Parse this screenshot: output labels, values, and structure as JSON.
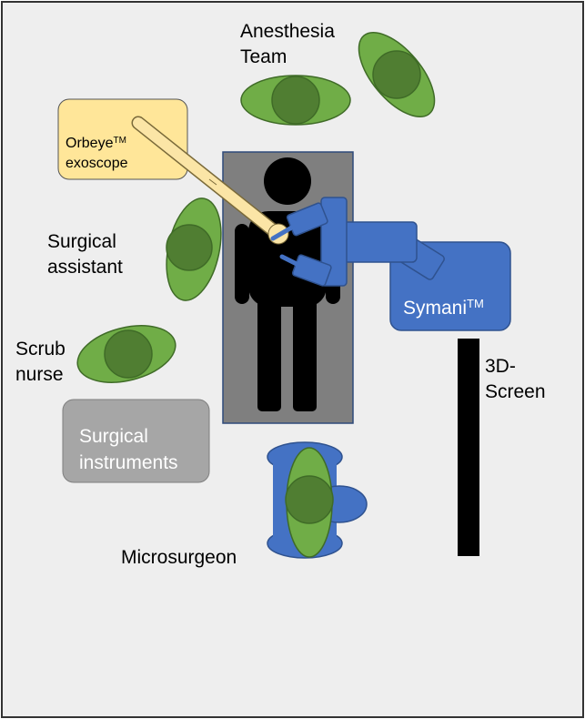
{
  "labels": {
    "anesthesia_line1": "Anesthesia",
    "anesthesia_line2": "Team",
    "orbeye_name": "Orbeye",
    "orbeye_tm": "TM",
    "orbeye_line2": "exoscope",
    "assistant_line1": "Surgical",
    "assistant_line2": "assistant",
    "scrub_line1": "Scrub",
    "scrub_line2": "nurse",
    "instruments_line1": "Surgical",
    "instruments_line2": "instruments",
    "symani_name": "Symani",
    "symani_tm": "TM",
    "screen_line1": "3D-",
    "screen_line2": "Screen",
    "microsurgeon": "Microsurgeon"
  },
  "colors": {
    "room_background": "#eeeeee",
    "room_border": "#333333",
    "table_fill": "#7f7f7f",
    "table_border": "#2f4a7a",
    "patient": "#000000",
    "staff_body": "#70ad47",
    "staff_head": "#507e32",
    "staff_stroke": "#3f6b27",
    "exoscope_box": "#ffe699",
    "exoscope_arm": "#fbe5a6",
    "robot": "#4472c4",
    "robot_stroke": "#2f528f",
    "instrument_table": "#a6a6a6",
    "screen": "#000000"
  },
  "icons": [
    "person-silhouette-icon",
    "staff-top-view-icon",
    "robot-arm-icon",
    "exoscope-arm-icon",
    "monitor-screen-icon"
  ]
}
